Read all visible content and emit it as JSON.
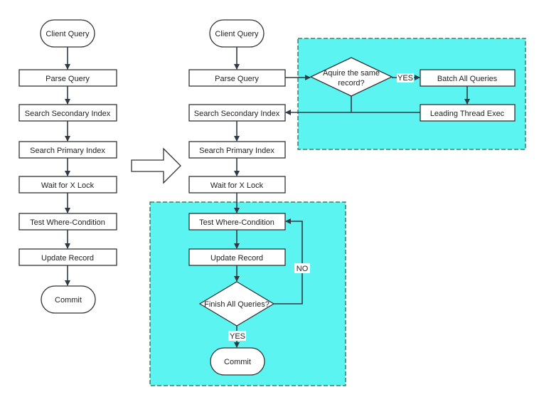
{
  "colors": {
    "region_fill": "#5cf4f1",
    "line": "#2f3b44",
    "node_fill": "#ffffff"
  },
  "left_flow": {
    "client_query": "Client Query",
    "parse_query": "Parse Query",
    "search_secondary": "Search Secondary Index",
    "search_primary": "Search Primary Index",
    "wait_lock": "Wait for X Lock",
    "test_where": "Test Where-Condition",
    "update_record": "Update Record",
    "commit": "Commit"
  },
  "right_flow": {
    "client_query": "Client Query",
    "parse_query": "Parse Query",
    "search_secondary": "Search Secondary Index",
    "search_primary": "Search Primary Index",
    "wait_lock": "Wait for X Lock",
    "test_where": "Test Where-Condition",
    "update_record": "Update Record",
    "commit": "Commit"
  },
  "group_top": {
    "decision_line1": "Aquire the same",
    "decision_line2": "record?",
    "yes_label": "YES",
    "batch": "Batch All Queries",
    "leading": "Leading Thread Exec"
  },
  "group_bottom": {
    "decision": "Finish All Queries?",
    "no_label": "NO",
    "yes_label": "YES"
  }
}
